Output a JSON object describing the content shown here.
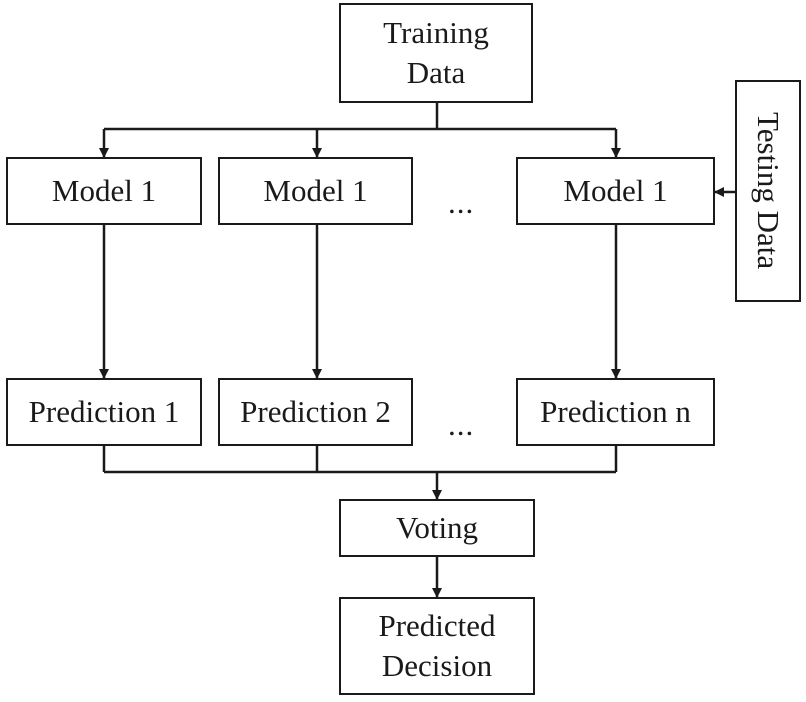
{
  "nodes": {
    "training_data": [
      "Training",
      "Data"
    ],
    "testing_data": "Testing Data",
    "model_1": "Model 1",
    "model_2": "Model 1",
    "model_n": "Model 1",
    "prediction_1": "Prediction 1",
    "prediction_2": "Prediction 2",
    "prediction_n": "Prediction n",
    "voting": "Voting",
    "predicted_decision": [
      "Predicted",
      "Decision"
    ]
  },
  "ellipsis_models": "...",
  "ellipsis_predictions": "...",
  "colors": {
    "stroke": "#1a1a1a",
    "background": "#ffffff"
  }
}
